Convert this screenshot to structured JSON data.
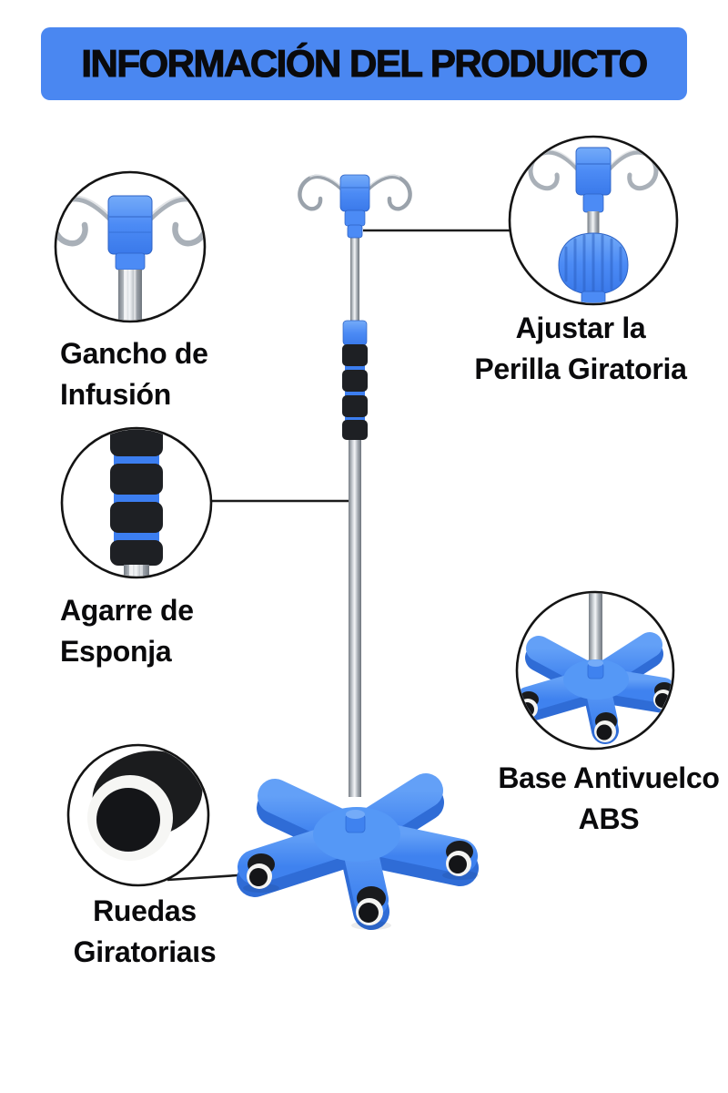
{
  "header": {
    "title": "INFORMACIÓN DEL PRODUICTO"
  },
  "callouts": {
    "infusion_hook": {
      "line1": "Gancho de",
      "line2": "Infusión",
      "illustration": "infusion-hook-zoom"
    },
    "rotary_knob": {
      "line1": "Ajustar la",
      "line2": "Perilla Giratoria",
      "illustration": "rotary-knob-zoom"
    },
    "sponge_grip": {
      "line1": "Agarre de",
      "line2": "Esponja",
      "illustration": "sponge-grip-zoom"
    },
    "abs_base": {
      "line1": "Base Antivuelco",
      "line2": "ABS",
      "illustration": "abs-base-zoom"
    },
    "swivel_wheels": {
      "line1": "Ruedas",
      "line2": "Giratoriaιs",
      "illustration": "swivel-wheel-zoom"
    }
  },
  "product": {
    "name": "IV pole infusion stand",
    "parts": [
      "infusion-hooks",
      "rotary-knob",
      "sponge-grip",
      "stainless-pole",
      "abs-5-leg-base",
      "swivel-casters"
    ]
  },
  "colors": {
    "banner_blue": "#4a87f1",
    "accent_blue": "#4c8bf5",
    "accent_blue_dark": "#2f6cd6",
    "foam_black": "#1e2024",
    "line_black": "#1b1b1b",
    "text_black": "#0a0a0c"
  }
}
